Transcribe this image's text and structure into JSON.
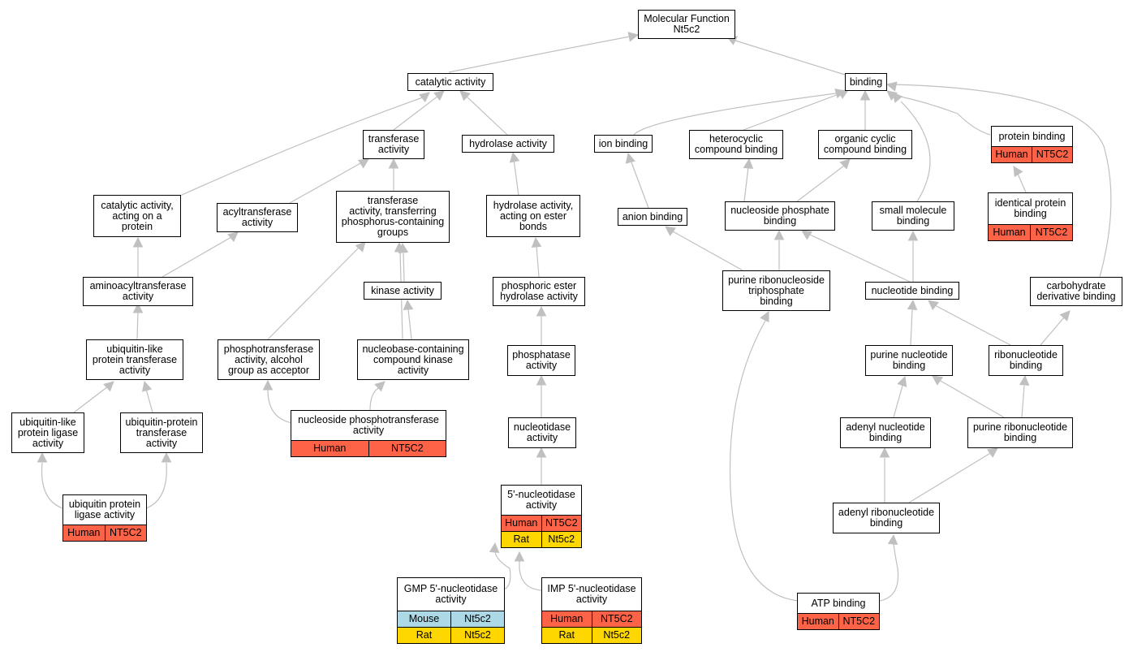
{
  "nodes": {
    "mf": {
      "label": "Molecular Function\nNt5c2"
    },
    "catalytic": {
      "label": "catalytic activity"
    },
    "binding": {
      "label": "binding"
    },
    "transferase": {
      "label": "transferase\nactivity"
    },
    "hydrolase": {
      "label": "hydrolase activity"
    },
    "ion_binding": {
      "label": "ion binding"
    },
    "heterocyclic": {
      "label": "heterocyclic\ncompound binding"
    },
    "organic_cyclic": {
      "label": "organic cyclic\ncompound binding"
    },
    "protein_binding": {
      "label": "protein binding",
      "rows": [
        [
          "Human",
          "NT5C2"
        ]
      ]
    },
    "cat_protein": {
      "label": "catalytic activity,\nacting on a\nprotein"
    },
    "acyltransferase": {
      "label": "acyltransferase\nactivity"
    },
    "transferase_p": {
      "label": "transferase\nactivity, transferring\nphosphorus-containing\ngroups"
    },
    "hydrolase_ester": {
      "label": "hydrolase activity,\nacting on ester\nbonds"
    },
    "anion_binding": {
      "label": "anion binding"
    },
    "nucleoside_phosphate": {
      "label": "nucleoside phosphate\nbinding"
    },
    "small_molecule": {
      "label": "small molecule\nbinding"
    },
    "identical_protein": {
      "label": "identical protein\nbinding",
      "rows": [
        [
          "Human",
          "NT5C2"
        ]
      ]
    },
    "aminoacyl": {
      "label": "aminoacyltransferase\nactivity"
    },
    "kinase": {
      "label": "kinase activity"
    },
    "phosphoric_ester": {
      "label": "phosphoric ester\nhydrolase activity"
    },
    "purine_ribo_tp": {
      "label": "purine ribonucleoside\ntriphosphate\nbinding"
    },
    "nucleotide_binding": {
      "label": "nucleotide binding"
    },
    "carbohydrate": {
      "label": "carbohydrate\nderivative binding"
    },
    "ubl_transferase": {
      "label": "ubiquitin-like\nprotein transferase\nactivity"
    },
    "phosphotransferase_alcohol": {
      "label": "phosphotransferase\nactivity, alcohol\ngroup as acceptor"
    },
    "nucleobase_kinase": {
      "label": "nucleobase-containing\ncompound kinase\nactivity"
    },
    "phosphatase": {
      "label": "phosphatase\nactivity"
    },
    "purine_nucleotide": {
      "label": "purine nucleotide\nbinding"
    },
    "ribonucleotide": {
      "label": "ribonucleotide\nbinding"
    },
    "ubl_ligase": {
      "label": "ubiquitin-like\nprotein ligase\nactivity"
    },
    "ub_transferase": {
      "label": "ubiquitin-protein\ntransferase\nactivity"
    },
    "nucleoside_phosphotransferase": {
      "label": "nucleoside phosphotransferase\nactivity",
      "rows": [
        [
          "Human",
          "NT5C2"
        ]
      ]
    },
    "nucleotidase": {
      "label": "nucleotidase\nactivity"
    },
    "adenyl_nucleotide": {
      "label": "adenyl nucleotide\nbinding"
    },
    "purine_ribonucleotide": {
      "label": "purine ribonucleotide\nbinding"
    },
    "ub_ligase": {
      "label": "ubiquitin protein\nligase activity",
      "rows": [
        [
          "Human",
          "NT5C2"
        ]
      ]
    },
    "five_nucleotidase": {
      "label": "5'-nucleotidase\nactivity",
      "rows": [
        [
          "Human",
          "NT5C2"
        ],
        [
          "Rat",
          "Nt5c2"
        ]
      ]
    },
    "adenyl_ribonucleotide": {
      "label": "adenyl ribonucleotide\nbinding"
    },
    "gmp": {
      "label": "GMP 5'-nucleotidase\nactivity",
      "rows": [
        [
          "Mouse",
          "Nt5c2"
        ],
        [
          "Rat",
          "Nt5c2"
        ]
      ]
    },
    "imp": {
      "label": "IMP 5'-nucleotidase\nactivity",
      "rows": [
        [
          "Human",
          "NT5C2"
        ],
        [
          "Rat",
          "Nt5c2"
        ]
      ]
    },
    "atp": {
      "label": "ATP binding",
      "rows": [
        [
          "Human",
          "NT5C2"
        ]
      ]
    }
  },
  "species_colors": {
    "Human": "#ff6347",
    "Rat": "#ffd700",
    "Mouse": "#add8e6"
  },
  "edge_color": "#c0c0c0"
}
